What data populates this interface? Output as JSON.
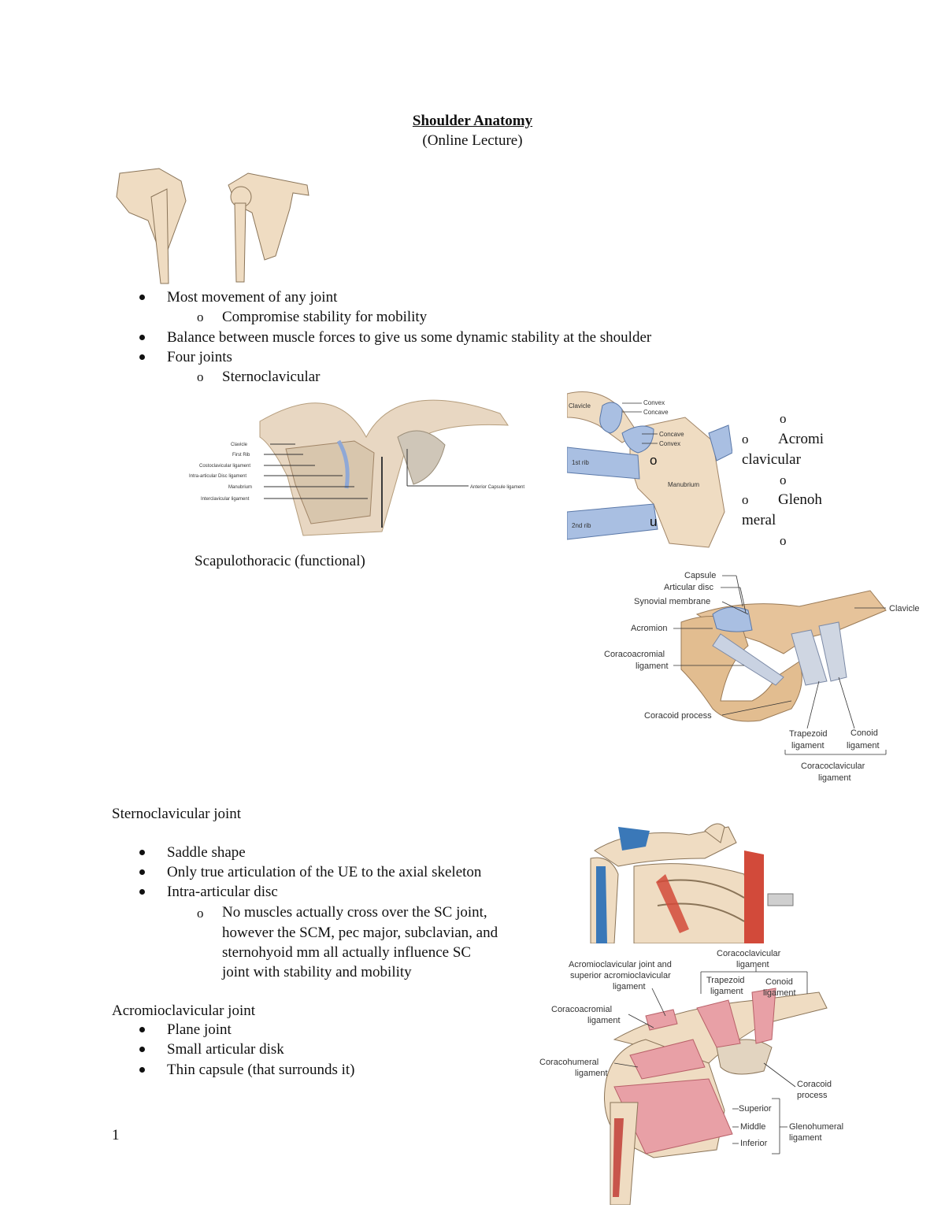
{
  "header": {
    "title": "Shoulder Anatomy",
    "subtitle": "(Online Lecture)"
  },
  "intro_bullets": {
    "b1": "Most movement of any joint",
    "b1_sub": "Compromise stability for mobility",
    "b2": "Balance between muscle forces to give us some dynamic stability at the shoulder",
    "b3": "Four joints",
    "b3_sub1": "Sternoclavicular",
    "sub_marker": "o"
  },
  "right_column": {
    "o1": "o",
    "acromi": "Acromi",
    "clavicular": "clavicular",
    "o2": "o",
    "glenoh": "Glenoh",
    "meral": "meral",
    "o3": "o"
  },
  "scapulothoracic": "Scapulothoracic (functional)",
  "sc_figure": {
    "labels": [
      "Clavicle",
      "First Rib",
      "Costoclavicular ligament",
      "Intra-articular Disc ligament",
      "Manubrium",
      "Interclavicular ligament"
    ],
    "right_label": "Anterior Capsule ligament"
  },
  "sc_saddle_figure": {
    "clavicle": "Clavicle",
    "convex": "Convex",
    "concave": "Concave",
    "concave2": "Concave",
    "convex2": "Convex",
    "first_rib": "1st rib",
    "manubrium": "Manubrium",
    "second_rib": "2nd rib",
    "o_mark": "o",
    "u_mark": "u"
  },
  "ac_figure": {
    "capsule": "Capsule",
    "articular_disc": "Articular disc",
    "synovial": "Synovial membrane",
    "acromion": "Acromion",
    "coracoacromial": "Coracoacromial",
    "ligament": "ligament",
    "coracoid": "Coracoid process",
    "clavicle": "Clavicle",
    "trapezoid": "Trapezoid",
    "trapezoid2": "ligament",
    "conoid": "Conoid",
    "conoid2": "ligament",
    "coracoclavicular": "Coracoclavicular",
    "coracoclavicular2": "ligament"
  },
  "sc_joint": {
    "heading": "Sternoclavicular joint",
    "b1": "Saddle shape",
    "b2": "Only true articulation of the UE to the axial skeleton",
    "b3": "Intra-articular disc",
    "sub_line1": "No muscles actually cross over the SC joint,",
    "sub_line2": "however the SCM, pec major, subclavian, and",
    "sub_line3": "sternohyoid mm all actually influence SC",
    "sub_line4": "joint with stability and mobility"
  },
  "ac_joint": {
    "heading": "Acromioclavicular joint",
    "b1": "Plane joint",
    "b2": "Small articular disk",
    "b3": "Thin capsule (that surrounds it)"
  },
  "gh_figure": {
    "acj1": "Acromioclavicular joint and",
    "acj2": "superior acromioclavicular",
    "acj3": "ligament",
    "cc1": "Coracoclavicular",
    "cc2": "ligament",
    "trap1": "Trapezoid",
    "trap2": "ligament",
    "con1": "Conoid",
    "con2": "ligament",
    "ca1": "Coracoacromial",
    "ca2": "ligament",
    "ch1": "Coracohumeral",
    "ch2": "ligament",
    "cp1": "Coracoid",
    "cp2": "process",
    "superior": "Superior",
    "middle": "Middle",
    "inferior": "Inferior",
    "gh1": "Glenohumeral",
    "gh2": "ligament"
  },
  "page_number": "1",
  "colors": {
    "bone": "#efdcc2",
    "bone_dark": "#d9bd98",
    "cartilage": "#a9bfe2",
    "ligament": "#e8a0a6",
    "muscle_red": "#d24a3a",
    "blue": "#3a78b8"
  }
}
